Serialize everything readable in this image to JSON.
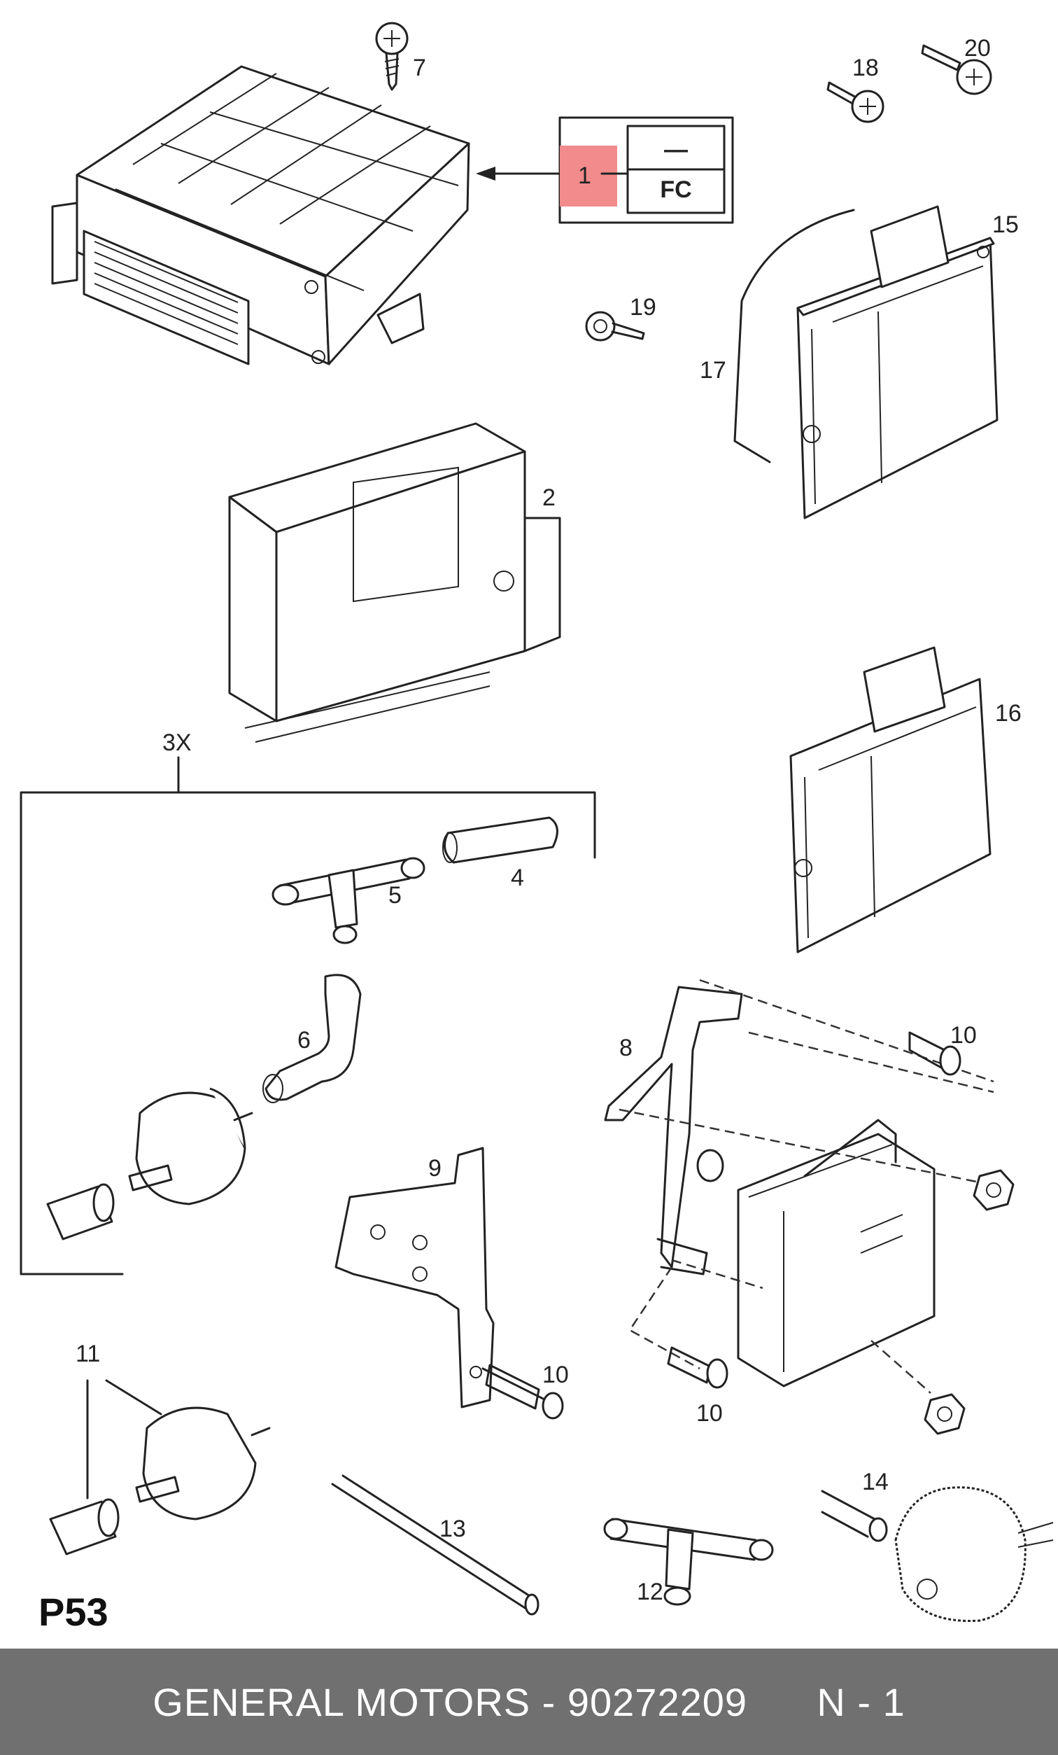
{
  "diagram": {
    "page_code": "P53",
    "callout": {
      "number": "1",
      "top": "—",
      "bottom": "FC",
      "highlight_color": "#f28b8b"
    },
    "labels": {
      "p2": "2",
      "p3x": "3X",
      "p4": "4",
      "p5": "5",
      "p6": "6",
      "p7": "7",
      "p8": "8",
      "p9": "9",
      "p10a": "10",
      "p10b": "10",
      "p10c": "10",
      "p11": "11",
      "p12": "12",
      "p13": "13",
      "p14": "14",
      "p15": "15",
      "p16": "16",
      "p17": "17",
      "p18": "18",
      "p19": "19",
      "p20": "20"
    }
  },
  "footer": {
    "brand": "GENERAL MOTORS",
    "separator": " - ",
    "part_number": "90272209",
    "quantity": "N - 1",
    "background": "#707070"
  }
}
